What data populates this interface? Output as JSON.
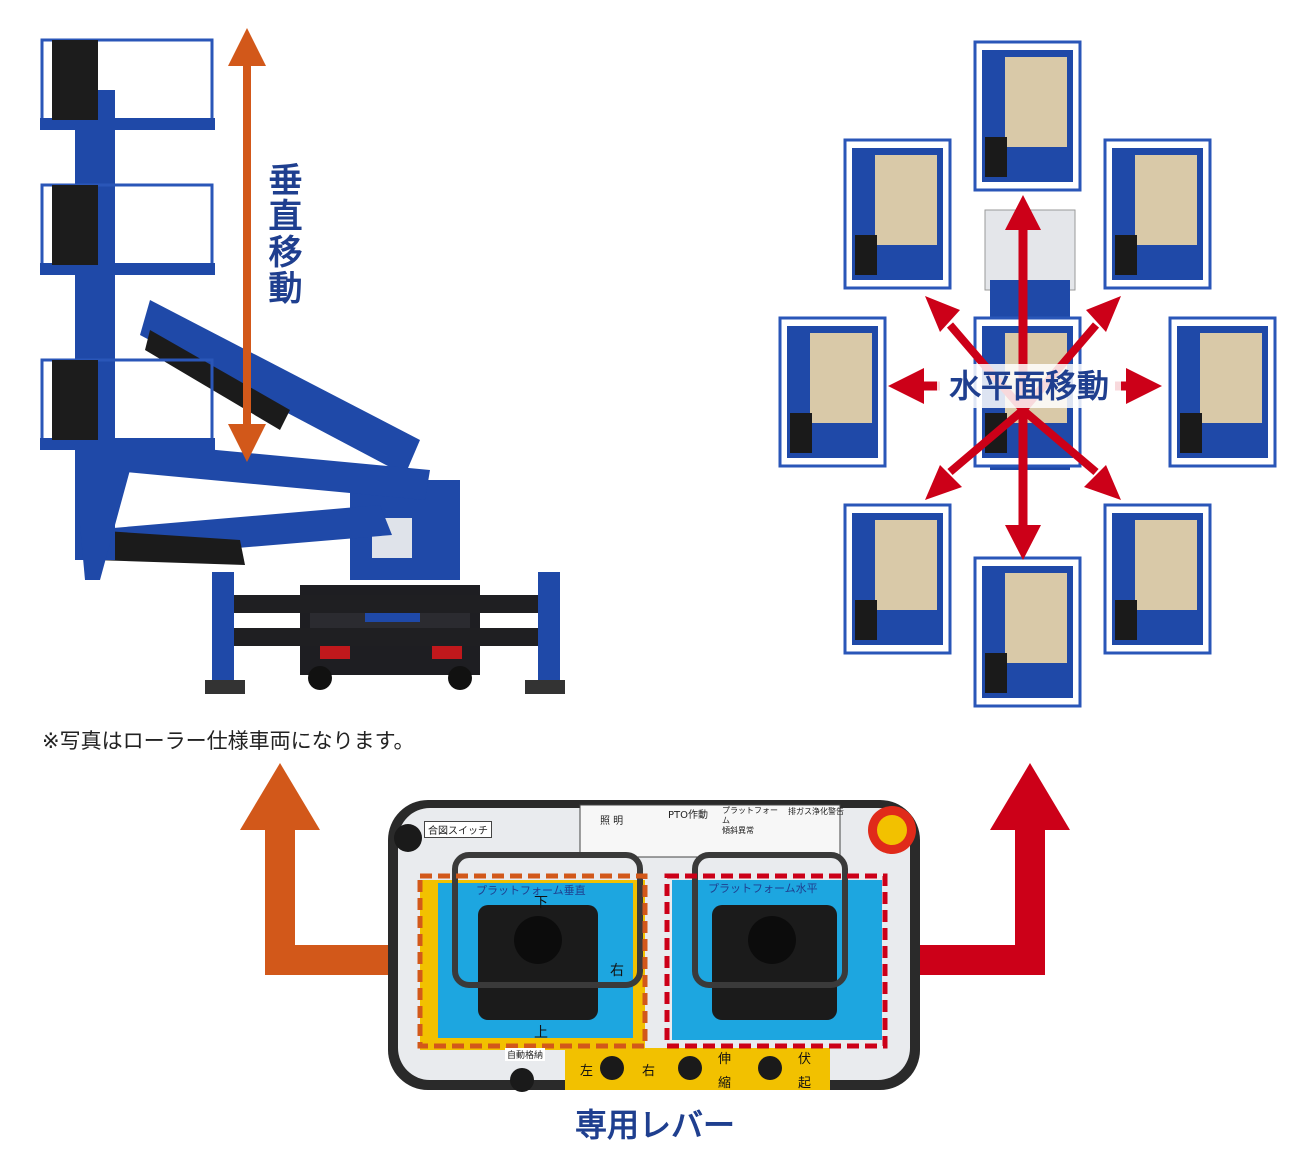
{
  "labels": {
    "vertical_move": "垂直移動",
    "horizontal_move": "水平面移動",
    "photo_note": "※写真はローラー仕様車両になります。",
    "lever_caption": "専用レバー"
  },
  "panel": {
    "joint_switch": "合図スイッチ",
    "light": "照 明",
    "pto": "PTO作動",
    "platform_tilt": "プラットフォーム\n傾斜異常",
    "exhaust": "排ガス浄化警告",
    "vertical_title": "プラットフォーム垂直",
    "horizontal_title": "プラットフォーム水平",
    "down": "下",
    "up": "上",
    "right": "右",
    "left": "左",
    "extend": "伸",
    "retract": "縮",
    "lower": "伏",
    "raise": "起",
    "auto_store": "自動格納"
  },
  "colors": {
    "orange": "#d2581a",
    "red": "#cc0018",
    "blue": "#1f3f8f",
    "machine_blue": "#1f49a8",
    "panel_yellow": "#f2c100",
    "panel_cyan": "#1da6e0"
  },
  "icons": [
    "vertical-double-arrow",
    "horizontal-multi-arrow",
    "orange-elbow-arrow",
    "red-elbow-arrow"
  ]
}
